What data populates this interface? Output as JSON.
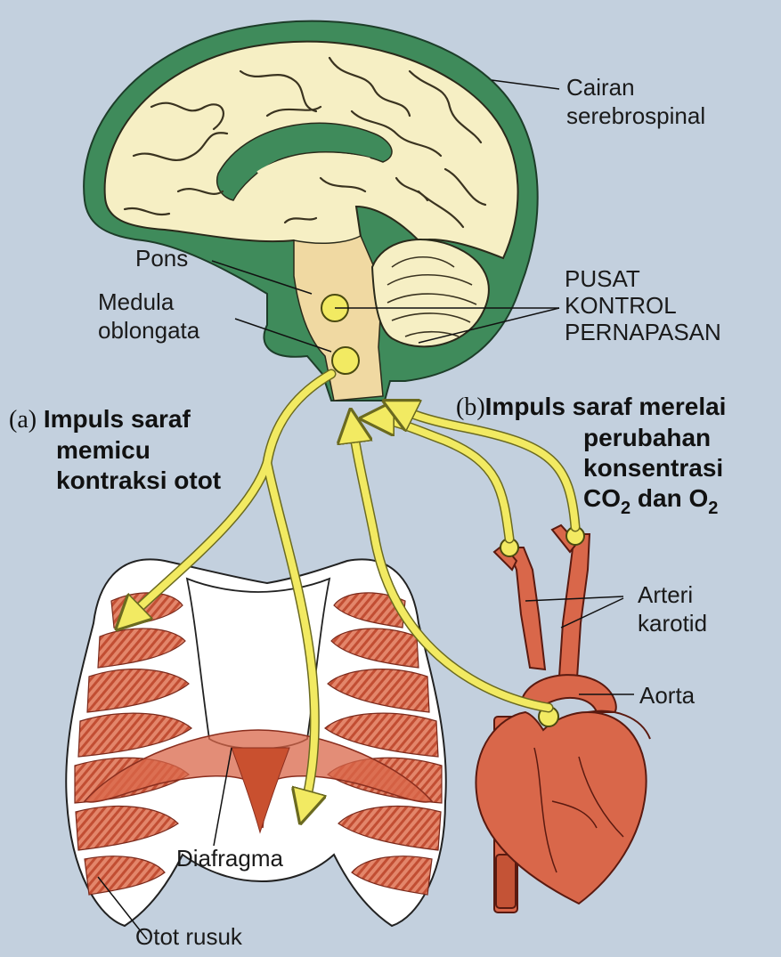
{
  "labels": {
    "cairan": [
      "Cairan",
      "serebrospinal"
    ],
    "pons": "Pons",
    "medula": [
      "Medula",
      "oblongata"
    ],
    "pusat": [
      "PUSAT",
      "KONTROL",
      "PERNAPASAN"
    ],
    "arteri": [
      "Arteri",
      "karotid"
    ],
    "aorta": "Aorta",
    "diafragma": "Diafragma",
    "otot_rusuk": "Otot rusuk"
  },
  "panel_a": {
    "tag": "(a)",
    "lines": [
      "Impuls saraf",
      "memicu",
      "kontraksi otot"
    ]
  },
  "panel_b": {
    "tag": "(b)",
    "lines": [
      "Impuls saraf merelai",
      "perubahan",
      "konsentrasi"
    ],
    "gas_line": {
      "co": "CO",
      "sub1": "2",
      "mid": " dan O",
      "sub2": "2"
    }
  },
  "colors": {
    "background": "#c3d0de",
    "brain": "#f6efc4",
    "csf": "#3f8b5b",
    "nerve": "#f2ea62",
    "muscle": "#d9674a",
    "bone": "#ffffff"
  }
}
